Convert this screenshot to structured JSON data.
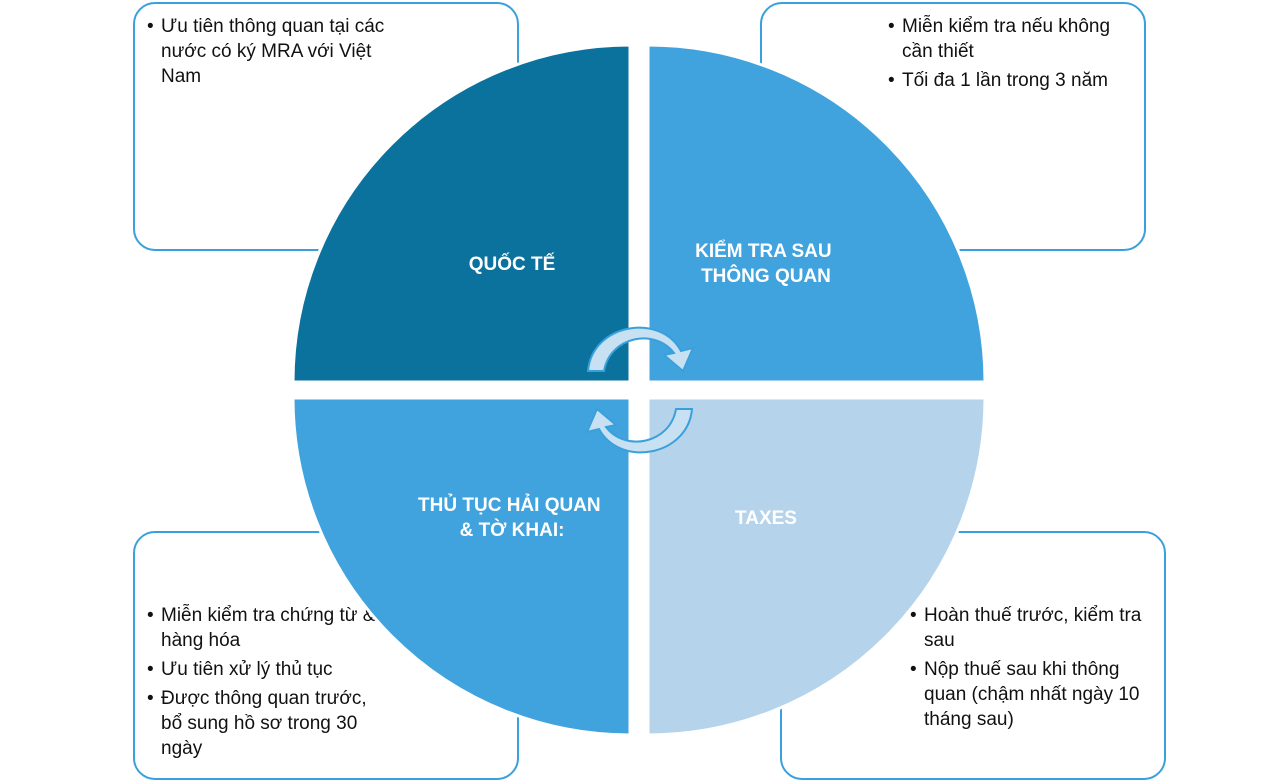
{
  "quadrants": {
    "top_left": {
      "label": [
        "QUỐC TẾ"
      ],
      "color": "#0b729e",
      "bullets": [
        "Ưu tiên thông quan tại các nước có ký MRA với Việt Nam"
      ]
    },
    "top_right": {
      "label": [
        "KIỂM TRA SAU",
        "THÔNG QUAN"
      ],
      "color": "#40a3de",
      "bullets": [
        "Miễn kiểm tra nếu không cần thiết",
        "Tối đa 1 lần trong 3 năm"
      ]
    },
    "bottom_left": {
      "label": [
        "THỦ TỤC HẢI QUAN",
        "& TỜ KHAI:"
      ],
      "color": "#40a3de",
      "bullets": [
        "Miễn kiểm tra chứng từ & hàng hóa",
        "Ưu tiên xử lý thủ tục",
        "Được thông quan trước, bổ sung hồ sơ trong 30 ngày"
      ]
    },
    "bottom_right": {
      "label": [
        "TAXES"
      ],
      "color": "#b5d3eb",
      "bullets": [
        "Hoàn thuế trước, kiểm tra sau",
        "Nộp thuế sau khi thông quan (chậm nhất ngày 10 tháng sau)"
      ]
    }
  },
  "box_border_color": "#3aa0dc",
  "arrow_color": "#c7e1f3",
  "arrow_outline_color": "#3aa0dc"
}
